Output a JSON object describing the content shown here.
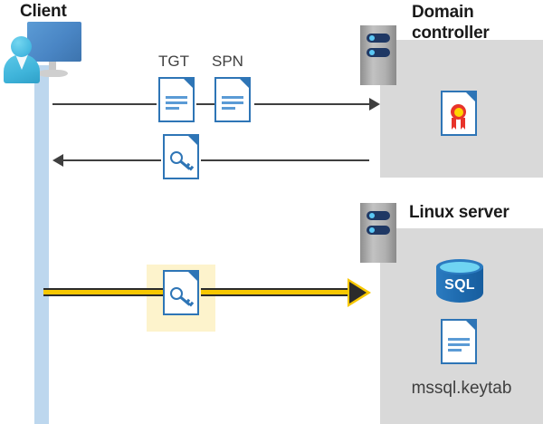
{
  "diagram": {
    "title": "Kerberos authentication flow between client, domain controller and Linux server",
    "colors": {
      "lifeline": "#bdd7ee",
      "panel": "#d9d9d9",
      "arrow_gray": "#3f3f3f",
      "arrow_yellow": "#f7c700",
      "highlight_box": "#fdf3cc",
      "doc_blue": "#2e75b6",
      "sql_blue": "#1f6cb0",
      "cert_red": "#e8342a",
      "cert_gold": "#ffd400"
    }
  },
  "client": {
    "title": "Client",
    "icon": "client-workstation-icon"
  },
  "domain_controller": {
    "title": "Domain\ncontroller",
    "title_line1": "Domain",
    "title_line2": "controller",
    "server_icon": "server-rack-icon",
    "contents": [
      {
        "icon": "certificate-icon",
        "label": ""
      }
    ]
  },
  "linux_server": {
    "title": "Linux server",
    "server_icon": "server-rack-icon",
    "contents": [
      {
        "icon": "sql-database-icon",
        "label": "SQL"
      },
      {
        "icon": "keytab-document-icon",
        "label": "mssql.keytab"
      }
    ],
    "sql_label": "SQL",
    "keytab_label": "mssql.keytab"
  },
  "flows": [
    {
      "id": "request",
      "direction": "client-to-domain-controller",
      "style": "gray-arrow",
      "artifacts": [
        {
          "label": "TGT",
          "icon": "document-icon"
        },
        {
          "label": "SPN",
          "icon": "document-icon"
        }
      ]
    },
    {
      "id": "response",
      "direction": "domain-controller-to-client",
      "style": "gray-arrow",
      "artifacts": [
        {
          "label": "",
          "icon": "key-document-icon"
        }
      ]
    },
    {
      "id": "service-ticket",
      "direction": "client-to-linux-server",
      "style": "yellow-arrow-highlighted",
      "artifacts": [
        {
          "label": "",
          "icon": "key-document-icon"
        }
      ]
    }
  ],
  "labels": {
    "tgt": "TGT",
    "spn": "SPN"
  }
}
